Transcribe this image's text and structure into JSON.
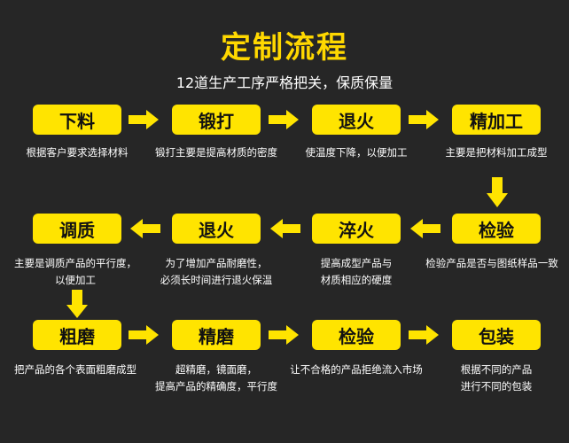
{
  "title": "定制流程",
  "subtitle": "12道生产工序严格把关，保质保量",
  "steps": [
    {
      "label": "下料",
      "desc": [
        "根据客户要求选择材料"
      ]
    },
    {
      "label": "锻打",
      "desc": [
        "锻打主要是提高材质的密度"
      ]
    },
    {
      "label": "退火",
      "desc": [
        "使温度下降，以便加工"
      ]
    },
    {
      "label": "精加工",
      "desc": [
        "主要是把材料加工成型"
      ]
    },
    {
      "label": "检验",
      "desc": [
        "检验产品是否与图纸样品一致"
      ]
    },
    {
      "label": "淬火",
      "desc": [
        "提高成型产品与",
        "材质相应的硬度"
      ]
    },
    {
      "label": "退火",
      "desc": [
        "为了增加产品耐磨性，",
        "必须长时间进行退火保温"
      ]
    },
    {
      "label": "调质",
      "desc": [
        "主要是调质产品的平行度，",
        "以便加工"
      ]
    },
    {
      "label": "粗磨",
      "desc": [
        "把产品的各个表面粗磨成型"
      ]
    },
    {
      "label": "精磨",
      "desc": [
        "超精磨，镜面磨，",
        "提高产品的精确度，平行度"
      ]
    },
    {
      "label": "检验",
      "desc": [
        "让不合格的产品拒绝流入市场"
      ]
    },
    {
      "label": "包装",
      "desc": [
        "根据不同的产品",
        "进行不同的包装"
      ]
    }
  ],
  "colors": {
    "background": "#262626",
    "accent": "#ffe400",
    "title": "#ffd800"
  }
}
